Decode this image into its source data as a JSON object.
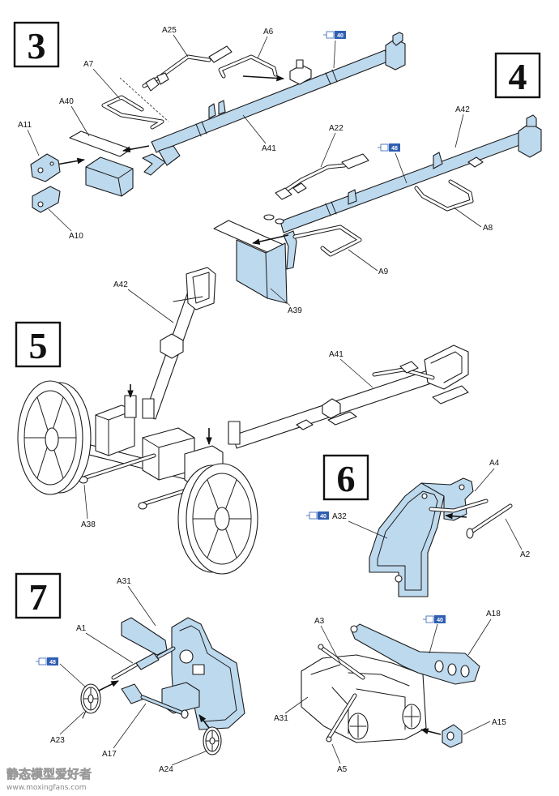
{
  "document": {
    "watermark": {
      "text": "静态模型爱好者",
      "url": "www.moxingfans.com"
    }
  },
  "colors": {
    "part_fill": "#bdd9ee",
    "outline": "#1b1b1b",
    "paint_badge": "#2f5fb3"
  },
  "icons": {
    "paint": "paint-chip-icon",
    "arrow": "arrow-icon",
    "handwheel": "handwheel-icon"
  },
  "step3": {
    "number": "3",
    "paint_code": "40",
    "labels": {
      "a25": "A25",
      "a6": "A6",
      "a7": "A7",
      "a40": "A40",
      "a11": "A11",
      "a41": "A41",
      "a10": "A10"
    }
  },
  "step4": {
    "number": "4",
    "paint_code": "48",
    "labels": {
      "a42": "A42",
      "a22": "A22",
      "a8": "A8",
      "a9": "A9",
      "a39": "A39"
    }
  },
  "step5": {
    "number": "5",
    "labels": {
      "a42": "A42",
      "a41": "A41",
      "a38": "A38"
    }
  },
  "step6": {
    "number": "6",
    "paint_code": "40",
    "labels": {
      "a4": "A4",
      "a32": "A32",
      "a2": "A2"
    }
  },
  "step7": {
    "number": "7",
    "paint_code_left": "48",
    "paint_code_right": "40",
    "labels": {
      "a31_left": "A31",
      "a1": "A1",
      "a23": "A23",
      "a17": "A17",
      "a24": "A24",
      "a3": "A3",
      "a18": "A18",
      "a31_right": "A31",
      "a5": "A5",
      "a15": "A15"
    }
  }
}
